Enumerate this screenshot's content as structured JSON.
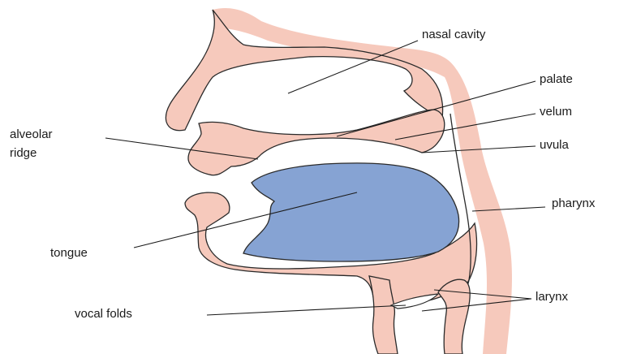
{
  "diagram": {
    "colors": {
      "flesh": "#f6c9bc",
      "tongue": "#86a3d3",
      "outline": "#2a2a2a",
      "leader": "#1a1a1a",
      "background": "#ffffff"
    },
    "labels": {
      "nasal_cavity": "nasal cavity",
      "palate": "palate",
      "velum": "velum",
      "uvula": "uvula",
      "alveolar_ridge_line1": "alveolar",
      "alveolar_ridge_line2": "ridge",
      "pharynx": "pharynx",
      "tongue": "tongue",
      "larynx": "larynx",
      "vocal_folds": "vocal folds"
    }
  }
}
